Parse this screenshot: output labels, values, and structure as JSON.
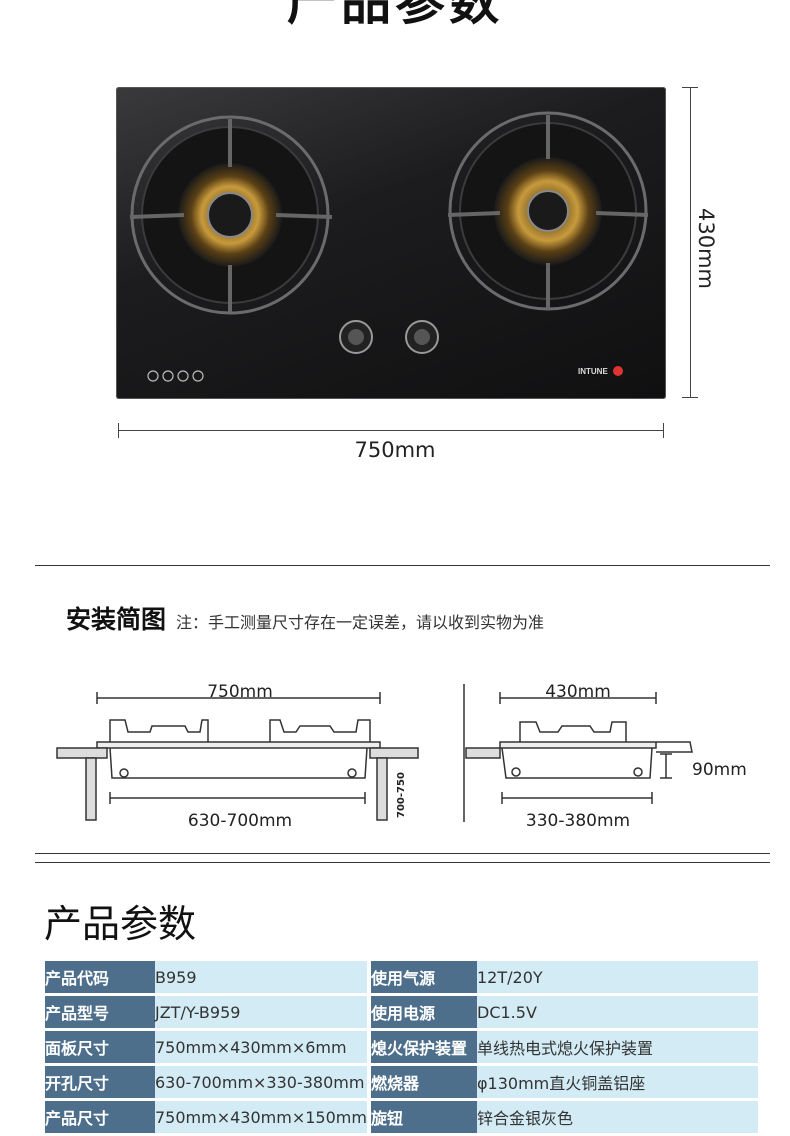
{
  "top_title": "产品参数",
  "dimensions": {
    "depth": "430mm",
    "width": "750mm"
  },
  "install": {
    "title": "安装简图",
    "note": "注：手工测量尺寸存在一定误差，请以收到实物为准",
    "front": {
      "width": "750mm",
      "cutout": "630-700mm",
      "cutout_depth": "700-750"
    },
    "side": {
      "depth": "430mm",
      "cutout": "330-380mm",
      "height": "90mm"
    }
  },
  "brand": "INTUNE",
  "params": {
    "title": "产品参数",
    "rows": [
      {
        "k1": "产品代码",
        "v1": "B959",
        "k2": "使用气源",
        "v2": "12T/20Y"
      },
      {
        "k1": "产品型号",
        "v1": "JZT/Y-B959",
        "k2": "使用电源",
        "v2": "DC1.5V"
      },
      {
        "k1": "面板尺寸",
        "v1": "750mm×430mm×6mm",
        "k2": "熄火保护装置",
        "v2": "单线热电式熄火保护装置"
      },
      {
        "k1": "开孔尺寸",
        "v1": "630-700mm×330-380mm",
        "k2": "燃烧器",
        "v2": "φ130mm直火铜盖铝座"
      },
      {
        "k1": "产品尺寸",
        "v1": "750mm×430mm×150mm",
        "k2": "旋钮",
        "v2": "锌合金银灰色"
      }
    ]
  }
}
